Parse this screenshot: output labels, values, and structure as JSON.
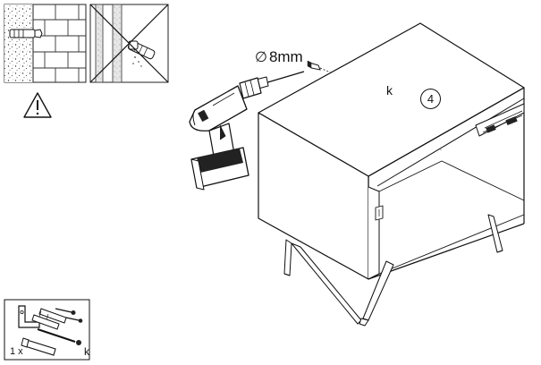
{
  "drill": {
    "bit_symbol": "∅",
    "bit_size": "8mm"
  },
  "hardware_label": "k",
  "step": {
    "number": "4"
  },
  "parts_kit": {
    "quantity": "1 x",
    "label": "k"
  },
  "icons": {
    "wall_ok": "wall-anchor-ok-icon",
    "wall_no": "wall-anchor-not-ok-icon",
    "warning": "warning-triangle-icon",
    "drill": "drill-icon",
    "cabinet": "cabinet-icon",
    "hardware": "fixing-hardware-icon",
    "kit": "parts-kit-icon"
  }
}
